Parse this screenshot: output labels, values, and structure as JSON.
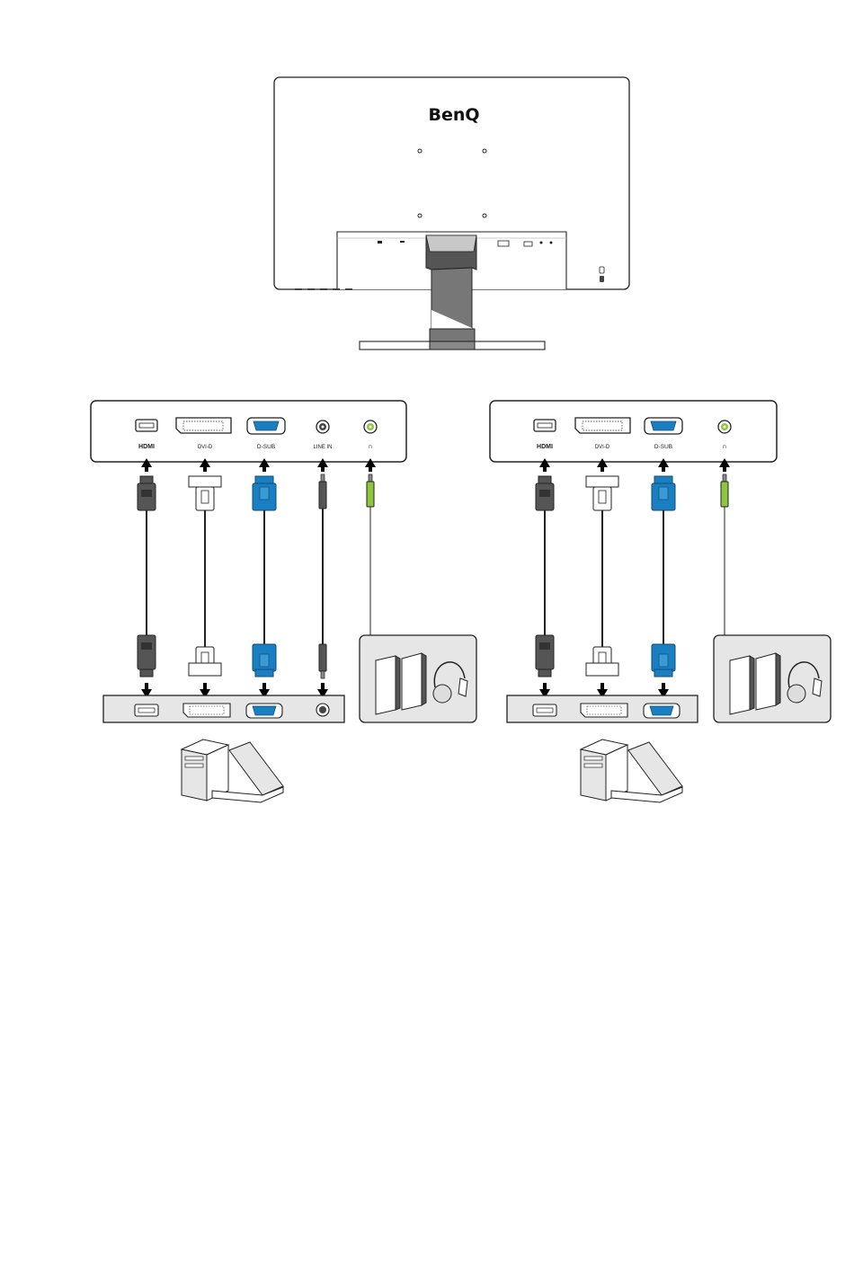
{
  "monitor": {
    "brand": "BenQ"
  },
  "diagrams": [
    {
      "ports": [
        {
          "key": "hdmi",
          "label": "HDMI"
        },
        {
          "key": "dvi",
          "label": "DVI-D"
        },
        {
          "key": "dsub",
          "label": "D-SUB"
        },
        {
          "key": "linein",
          "label": "LINE IN"
        },
        {
          "key": "headphone",
          "label": "∩"
        }
      ]
    },
    {
      "ports": [
        {
          "key": "hdmi",
          "label": "HDMI"
        },
        {
          "key": "dvi",
          "label": "DVI-D"
        },
        {
          "key": "dsub",
          "label": "D-SUB"
        },
        {
          "key": "headphone",
          "label": "∩"
        }
      ]
    }
  ],
  "colors": {
    "hdmi_cable": "#555555",
    "dsub_cable": "#1a7fc1",
    "headphone_jack": "#8dc63f",
    "panel_fill": "#e6e6e6",
    "outline": "#222222"
  }
}
